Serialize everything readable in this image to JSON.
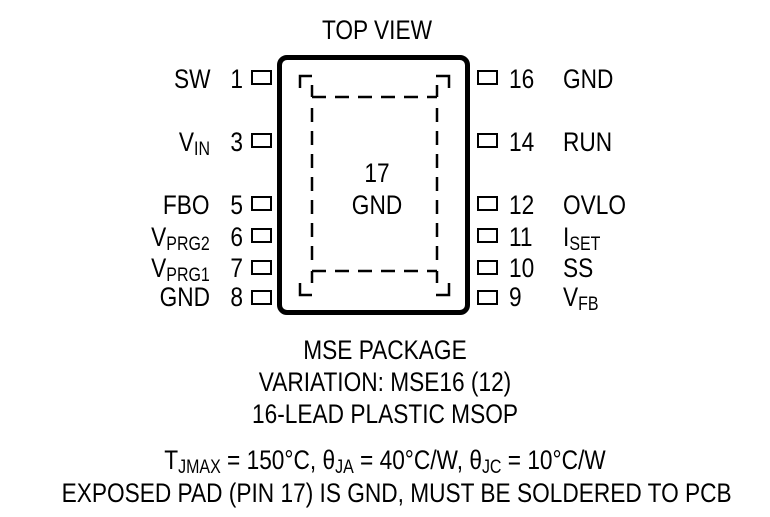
{
  "diagram": {
    "view_label": "TOP VIEW",
    "pad": {
      "number": "17",
      "name": "GND"
    },
    "left_pins": [
      {
        "number": "1",
        "name": "SW",
        "sub": ""
      },
      {
        "number": "3",
        "name": "V",
        "sub": "IN"
      },
      {
        "number": "5",
        "name": "FBO",
        "sub": ""
      },
      {
        "number": "6",
        "name": "V",
        "sub": "PRG2"
      },
      {
        "number": "7",
        "name": "V",
        "sub": "PRG1"
      },
      {
        "number": "8",
        "name": "GND",
        "sub": ""
      }
    ],
    "right_pins": [
      {
        "number": "16",
        "name": "GND",
        "sub": ""
      },
      {
        "number": "14",
        "name": "RUN",
        "sub": ""
      },
      {
        "number": "12",
        "name": "OVLO",
        "sub": ""
      },
      {
        "number": "11",
        "name": "I",
        "sub": "SET"
      },
      {
        "number": "10",
        "name": "SS",
        "sub": ""
      },
      {
        "number": "9",
        "name": "V",
        "sub": "FB"
      }
    ],
    "package_lines": [
      "MSE PACKAGE",
      "VARIATION: MSE16 (12)",
      "16-LEAD PLASTIC MSOP"
    ],
    "thermal": {
      "t_base": "T",
      "t_sub": "JMAX",
      "t_val": " = 150°C, ",
      "ja_base": "θ",
      "ja_sub": "JA",
      "ja_val": " = 40°C/W, ",
      "jc_base": "θ",
      "jc_sub": "JC",
      "jc_val": " = 10°C/W"
    },
    "note": "EXPOSED PAD (PIN 17) IS GND, MUST BE SOLDERED TO PCB"
  }
}
